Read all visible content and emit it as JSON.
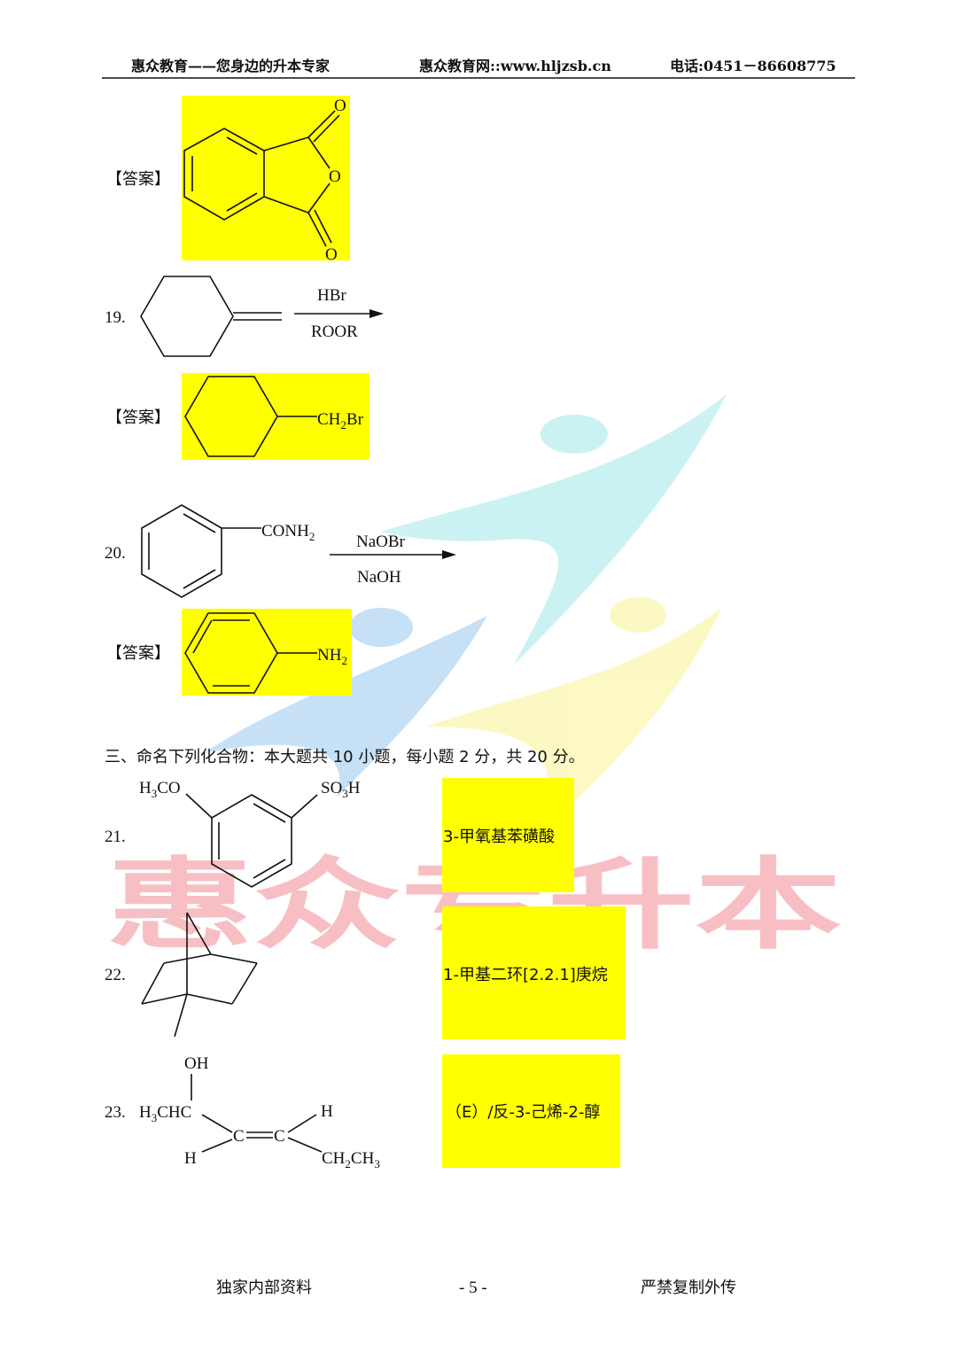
{
  "header": {
    "slogan": "惠众教育——您身边的升本专家",
    "website": "惠众教育网::www.hljzsb.cn",
    "phone": "电话:0451－86608775"
  },
  "answer_label": "【答案】",
  "watermark": {
    "text": "惠众专升本",
    "logo_colors": [
      "#bfeff0",
      "#b9d9f5",
      "#fbf7b5"
    ]
  },
  "highlight_color": "#ffff00",
  "q18": {
    "answer": {
      "o_top": "O",
      "o_ring": "O",
      "o_bottom": "O"
    }
  },
  "q19": {
    "number": "19.",
    "reagent_top": "HBr",
    "reagent_bottom": "ROOR",
    "answer": [
      "CH",
      "2",
      "Br"
    ]
  },
  "q20": {
    "number": "20.",
    "substituent": [
      "CONH",
      "2"
    ],
    "reagent_top": "NaOBr",
    "reagent_bottom": "NaOH",
    "answer": [
      "NH",
      "2"
    ]
  },
  "section3": {
    "heading": "三、命名下列化合物：本大题共 10 小题，每小题 2 分，共 20 分。"
  },
  "q21": {
    "number": "21.",
    "left_group": [
      "H",
      "3",
      "CO"
    ],
    "right_group": [
      "SO",
      "3",
      "H"
    ],
    "answer": "3-甲氧基苯磺酸"
  },
  "q22": {
    "number": "22.",
    "answer": "1-甲基二环[2.2.1]庚烷"
  },
  "q23": {
    "number": "23.",
    "oh": "OH",
    "left": [
      "H",
      "3",
      "CHC"
    ],
    "c1": "C",
    "c2": "C",
    "h_right": "H",
    "h_left": "H",
    "ethyl": [
      "CH",
      "2",
      "CH",
      "3"
    ],
    "answer": "（E）/反-3-己烯-2-醇"
  },
  "footer": {
    "left": "独家内部资料",
    "page": "- 5 -",
    "right": "严禁复制外传"
  }
}
